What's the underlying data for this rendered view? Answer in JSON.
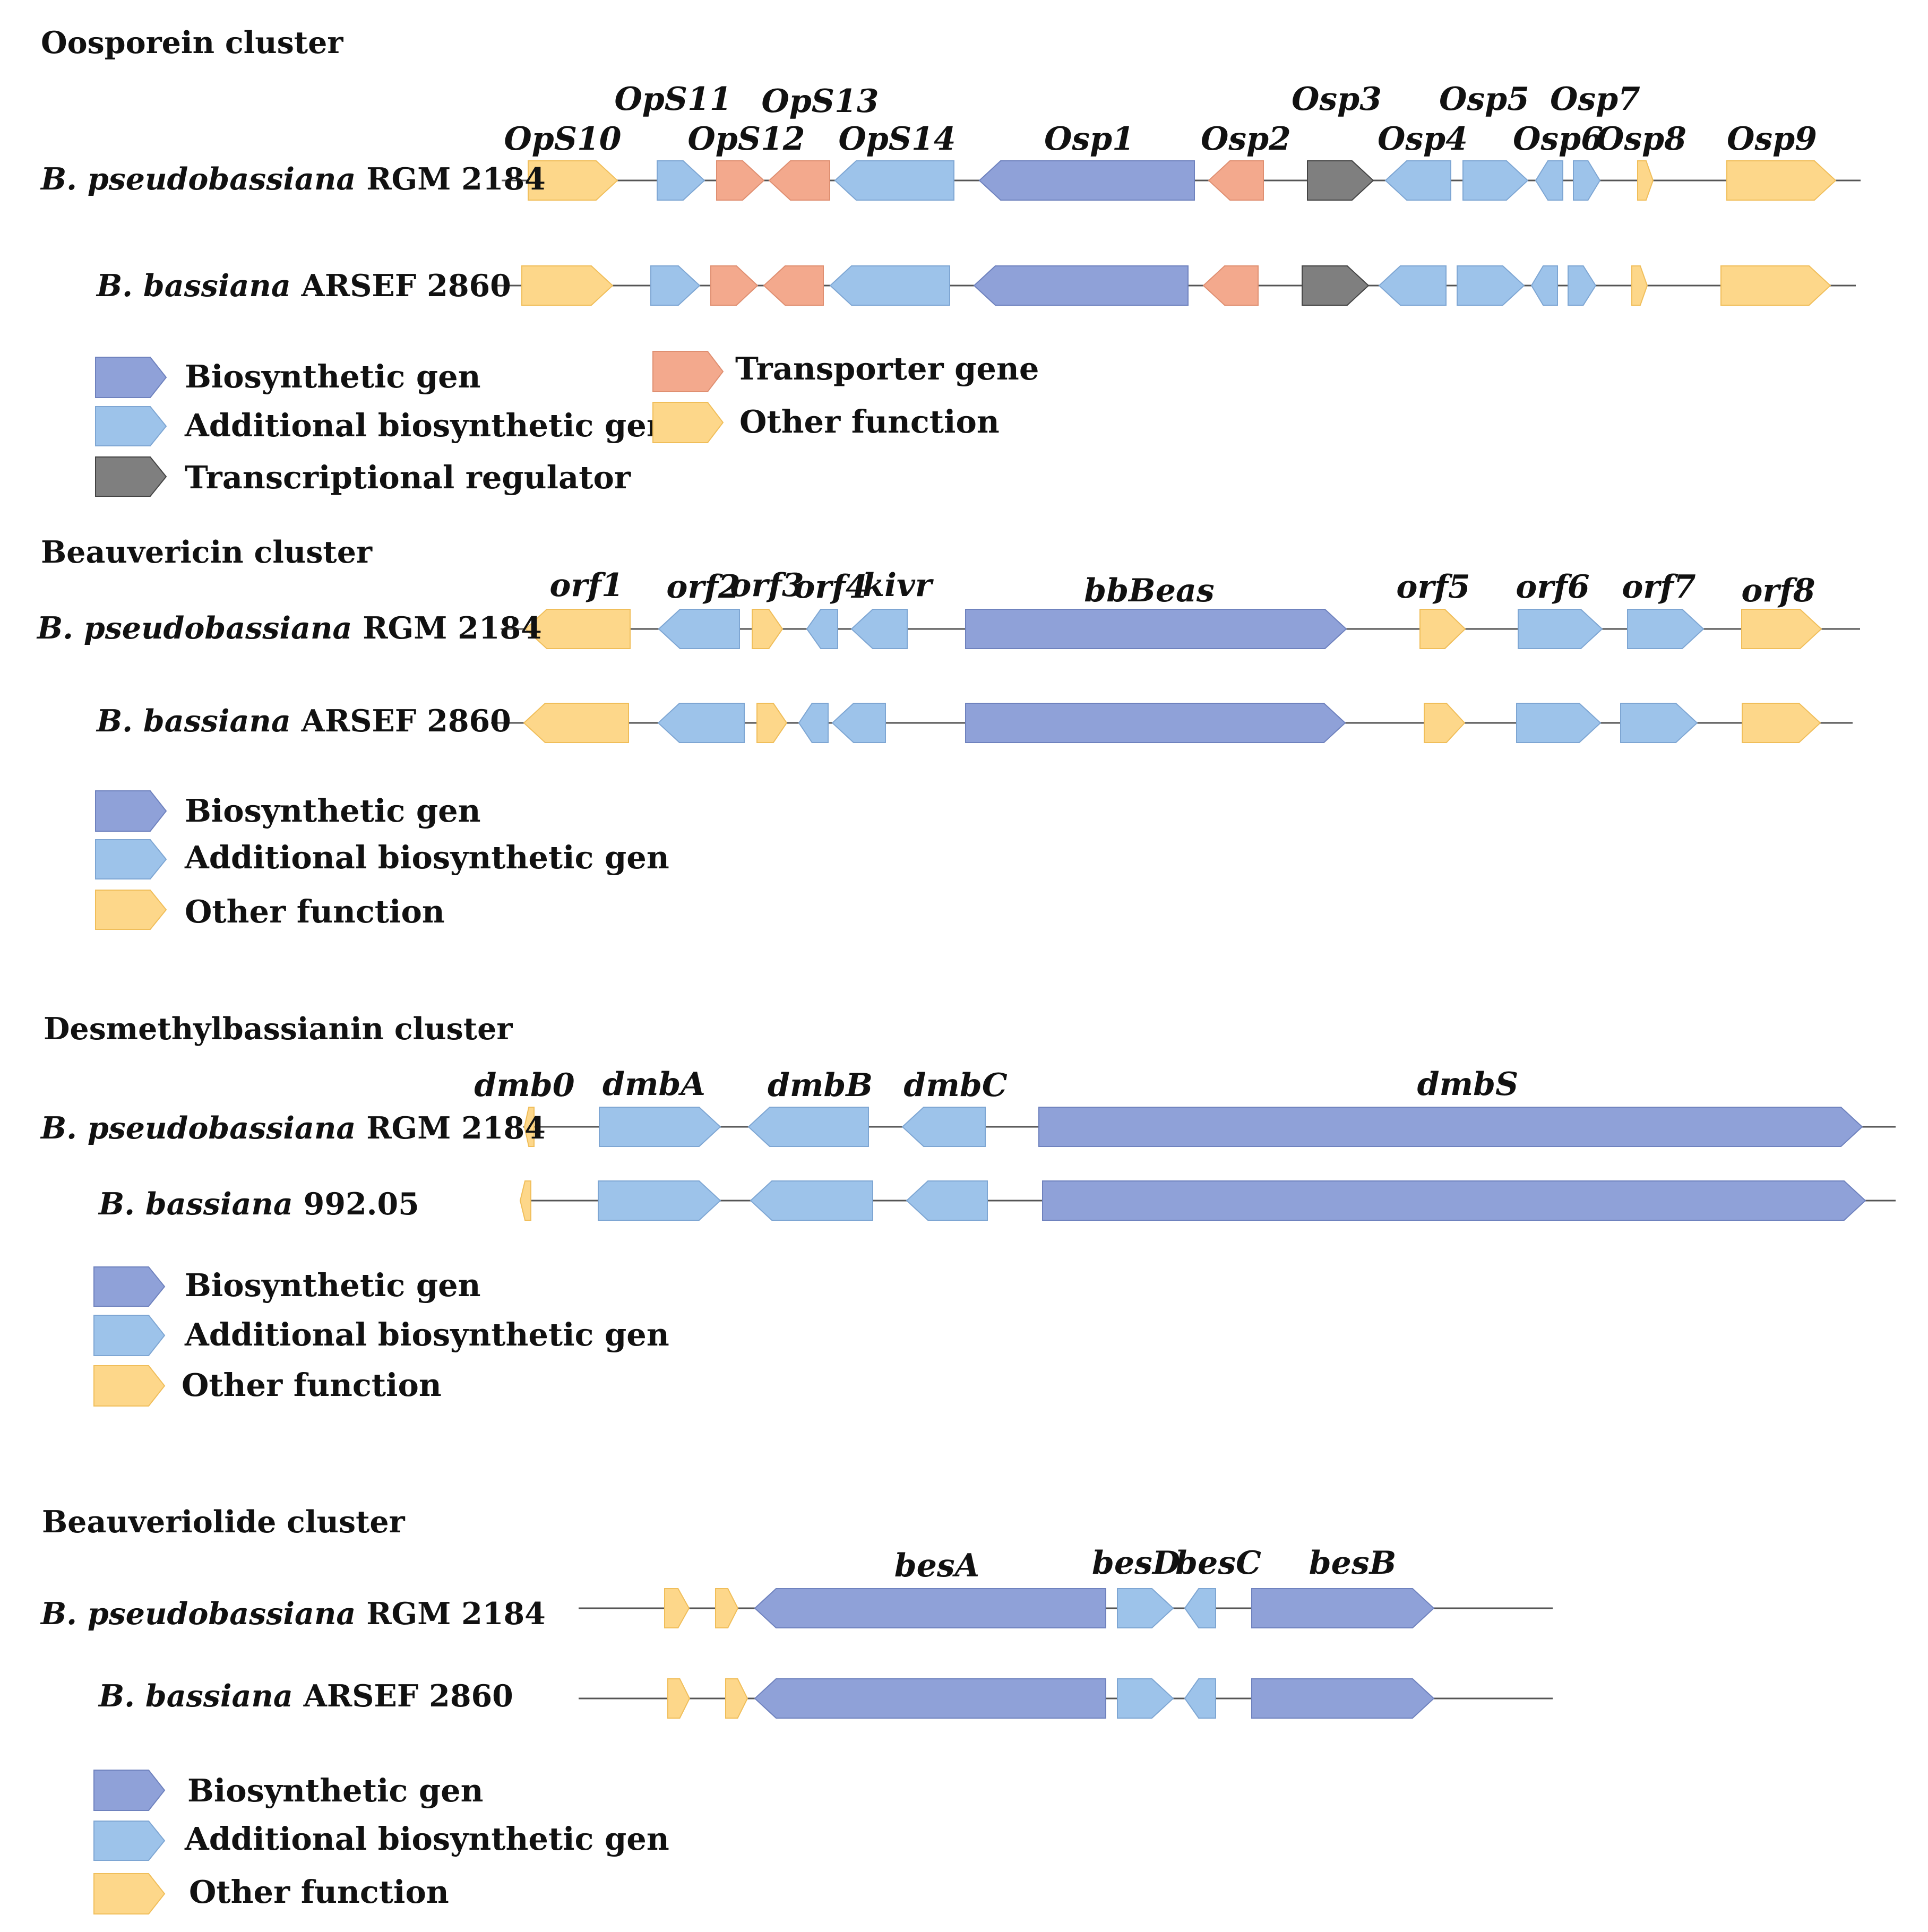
{
  "colors": {
    "biosynthetic": "#8fa1d8",
    "additional": "#9dc3ea",
    "transporter": "#f3a98d",
    "regulator": "#7f7f7f",
    "other": "#fdd78a",
    "line": "#555555"
  },
  "clusters": [
    {
      "title": "Oosporein cluster",
      "rows": [
        {
          "species": "B. pseudobassiana",
          "strain": "RGM 2184"
        },
        {
          "species": "B. bassiana",
          "strain": "ARSEF 2860"
        }
      ],
      "gene_labels": [
        "OpS10",
        "OpS11",
        "OpS12",
        "OpS13",
        "OpS14",
        "Osp1",
        "Osp2",
        "Osp3",
        "Osp4",
        "Osp5",
        "Osp6",
        "Osp7",
        "Osp8",
        "Osp9"
      ],
      "legend": [
        "Biosynthetic gen",
        "Additional biosynthetic gen",
        "Transcriptional regulator",
        "Transporter gene",
        "Other function"
      ]
    },
    {
      "title": "Beauvericin cluster",
      "rows": [
        {
          "species": "B. pseudobassiana",
          "strain": "RGM 2184"
        },
        {
          "species": "B. bassiana",
          "strain": "ARSEF 2860"
        }
      ],
      "gene_labels": [
        "orf1",
        "orf2",
        "orf3",
        "orf4",
        "kivr",
        "bbBeas",
        "orf5",
        "orf6",
        "orf7",
        "orf8"
      ],
      "legend": [
        "Biosynthetic gen",
        "Additional biosynthetic gen",
        "Other function"
      ]
    },
    {
      "title": "Desmethylbassianin cluster",
      "rows": [
        {
          "species": "B. pseudobassiana",
          "strain": "RGM 2184"
        },
        {
          "species": "B. bassiana",
          "strain": "992.05"
        }
      ],
      "gene_labels": [
        "dmb0",
        "dmbA",
        "dmbB",
        "dmbC",
        "dmbS"
      ],
      "legend": [
        "Biosynthetic gen",
        "Additional biosynthetic gen",
        "Other function"
      ]
    },
    {
      "title": "Beauveriolide cluster",
      "rows": [
        {
          "species": "B. pseudobassiana",
          "strain": "RGM 2184"
        },
        {
          "species": "B. bassiana",
          "strain": "ARSEF 2860"
        }
      ],
      "gene_labels": [
        "besA",
        "besD",
        "besC",
        "besB"
      ],
      "legend": [
        "Biosynthetic gen",
        "Additional biosynthetic gen",
        "Other function"
      ]
    }
  ]
}
